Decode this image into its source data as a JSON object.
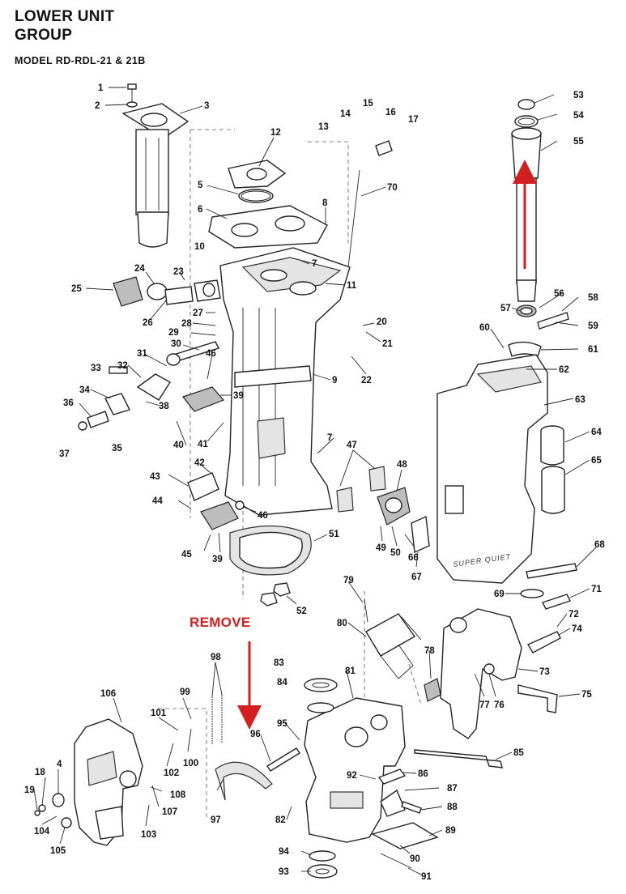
{
  "title_line1": "LOWER UNIT",
  "title_line2": "GROUP",
  "subtitle": "MODEL RD-RDL-21 & 21B",
  "remove_label": "REMOVE",
  "super_quiet_label": "SUPER QUIET",
  "accent_color": "#d31f1f",
  "callouts": [
    {
      "id": "c1",
      "text": "1"
    },
    {
      "id": "c2",
      "text": "2"
    },
    {
      "id": "c3",
      "text": "3"
    },
    {
      "id": "c4",
      "text": "4"
    },
    {
      "id": "c5",
      "text": "5"
    },
    {
      "id": "c6",
      "text": "6"
    },
    {
      "id": "c7a",
      "text": "7"
    },
    {
      "id": "c7b",
      "text": "7"
    },
    {
      "id": "c8",
      "text": "8"
    },
    {
      "id": "c9",
      "text": "9"
    },
    {
      "id": "c10",
      "text": "10"
    },
    {
      "id": "c11",
      "text": "11"
    },
    {
      "id": "c12",
      "text": "12"
    },
    {
      "id": "c13",
      "text": "13"
    },
    {
      "id": "c14",
      "text": "14"
    },
    {
      "id": "c15",
      "text": "15"
    },
    {
      "id": "c16",
      "text": "16"
    },
    {
      "id": "c17",
      "text": "17"
    },
    {
      "id": "c18",
      "text": "18"
    },
    {
      "id": "c19",
      "text": "19"
    },
    {
      "id": "c20",
      "text": "20"
    },
    {
      "id": "c21",
      "text": "21"
    },
    {
      "id": "c22",
      "text": "22"
    },
    {
      "id": "c23",
      "text": "23"
    },
    {
      "id": "c24",
      "text": "24"
    },
    {
      "id": "c25",
      "text": "25"
    },
    {
      "id": "c26",
      "text": "26"
    },
    {
      "id": "c27",
      "text": "27"
    },
    {
      "id": "c28",
      "text": "28"
    },
    {
      "id": "c29",
      "text": "29"
    },
    {
      "id": "c30",
      "text": "30"
    },
    {
      "id": "c31",
      "text": "31"
    },
    {
      "id": "c32",
      "text": "32"
    },
    {
      "id": "c33",
      "text": "33"
    },
    {
      "id": "c34",
      "text": "34"
    },
    {
      "id": "c35",
      "text": "35"
    },
    {
      "id": "c36",
      "text": "36"
    },
    {
      "id": "c37",
      "text": "37"
    },
    {
      "id": "c38",
      "text": "38"
    },
    {
      "id": "c39a",
      "text": "39"
    },
    {
      "id": "c39b",
      "text": "39"
    },
    {
      "id": "c40",
      "text": "40"
    },
    {
      "id": "c41",
      "text": "41"
    },
    {
      "id": "c42",
      "text": "42"
    },
    {
      "id": "c43",
      "text": "43"
    },
    {
      "id": "c44",
      "text": "44"
    },
    {
      "id": "c45",
      "text": "45"
    },
    {
      "id": "c46a",
      "text": "46"
    },
    {
      "id": "c46b",
      "text": "46"
    },
    {
      "id": "c47",
      "text": "47"
    },
    {
      "id": "c48",
      "text": "48"
    },
    {
      "id": "c49",
      "text": "49"
    },
    {
      "id": "c50",
      "text": "50"
    },
    {
      "id": "c51",
      "text": "51"
    },
    {
      "id": "c52",
      "text": "52"
    },
    {
      "id": "c53",
      "text": "53"
    },
    {
      "id": "c54",
      "text": "54"
    },
    {
      "id": "c55",
      "text": "55"
    },
    {
      "id": "c56",
      "text": "56"
    },
    {
      "id": "c57",
      "text": "57"
    },
    {
      "id": "c58",
      "text": "58"
    },
    {
      "id": "c59",
      "text": "59"
    },
    {
      "id": "c60",
      "text": "60"
    },
    {
      "id": "c61",
      "text": "61"
    },
    {
      "id": "c62",
      "text": "62"
    },
    {
      "id": "c63",
      "text": "63"
    },
    {
      "id": "c64",
      "text": "64"
    },
    {
      "id": "c65",
      "text": "65"
    },
    {
      "id": "c66",
      "text": "66"
    },
    {
      "id": "c67",
      "text": "67"
    },
    {
      "id": "c68",
      "text": "68"
    },
    {
      "id": "c69",
      "text": "69"
    },
    {
      "id": "c70",
      "text": "70"
    },
    {
      "id": "c71",
      "text": "71"
    },
    {
      "id": "c72",
      "text": "72"
    },
    {
      "id": "c73",
      "text": "73"
    },
    {
      "id": "c74",
      "text": "74"
    },
    {
      "id": "c75",
      "text": "75"
    },
    {
      "id": "c76",
      "text": "76"
    },
    {
      "id": "c77",
      "text": "77"
    },
    {
      "id": "c78",
      "text": "78"
    },
    {
      "id": "c79",
      "text": "79"
    },
    {
      "id": "c80",
      "text": "80"
    },
    {
      "id": "c81",
      "text": "81"
    },
    {
      "id": "c82",
      "text": "82"
    },
    {
      "id": "c83",
      "text": "83"
    },
    {
      "id": "c84",
      "text": "84"
    },
    {
      "id": "c85",
      "text": "85"
    },
    {
      "id": "c86",
      "text": "86"
    },
    {
      "id": "c87",
      "text": "87"
    },
    {
      "id": "c88",
      "text": "88"
    },
    {
      "id": "c89",
      "text": "89"
    },
    {
      "id": "c90",
      "text": "90"
    },
    {
      "id": "c91",
      "text": "91"
    },
    {
      "id": "c92",
      "text": "92"
    },
    {
      "id": "c93",
      "text": "93"
    },
    {
      "id": "c94",
      "text": "94"
    },
    {
      "id": "c95",
      "text": "95"
    },
    {
      "id": "c96",
      "text": "96"
    },
    {
      "id": "c97",
      "text": "97"
    },
    {
      "id": "c98",
      "text": "98"
    },
    {
      "id": "c99",
      "text": "99"
    },
    {
      "id": "c100",
      "text": "100"
    },
    {
      "id": "c101",
      "text": "101"
    },
    {
      "id": "c102",
      "text": "102"
    },
    {
      "id": "c103",
      "text": "103"
    },
    {
      "id": "c104",
      "text": "104"
    },
    {
      "id": "c105",
      "text": "105"
    },
    {
      "id": "c106",
      "text": "106"
    },
    {
      "id": "c107",
      "text": "107"
    },
    {
      "id": "c108",
      "text": "108"
    }
  ]
}
